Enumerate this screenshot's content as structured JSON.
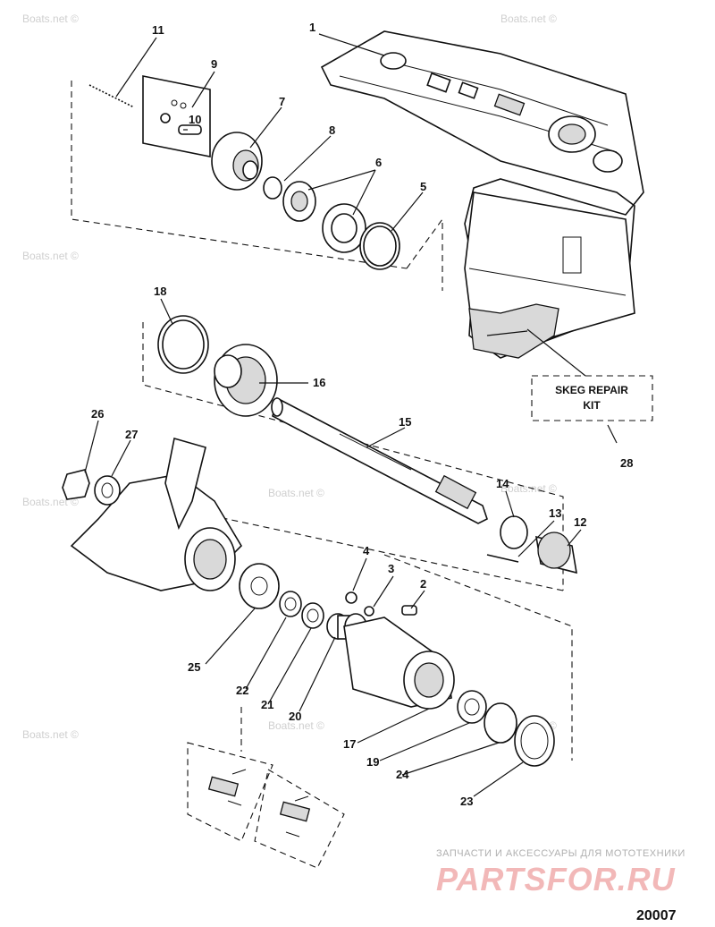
{
  "callouts": [
    "1",
    "2",
    "3",
    "4",
    "5",
    "6",
    "7",
    "8",
    "9",
    "10",
    "11",
    "12",
    "13",
    "14",
    "15",
    "16",
    "17",
    "18",
    "19",
    "20",
    "21",
    "22",
    "23",
    "24",
    "25",
    "26",
    "27",
    "28"
  ],
  "skeg_kit": {
    "line1": "SKEG REPAIR",
    "line2": "KIT"
  },
  "watermark": "Boats.net ©",
  "brand": {
    "tagline": "ЗАПЧАСТИ И АКСЕССУАРЫ ДЛЯ МОТОТЕХНИКИ",
    "logo": "PARTSFOR.RU"
  },
  "figure_number": "20007"
}
